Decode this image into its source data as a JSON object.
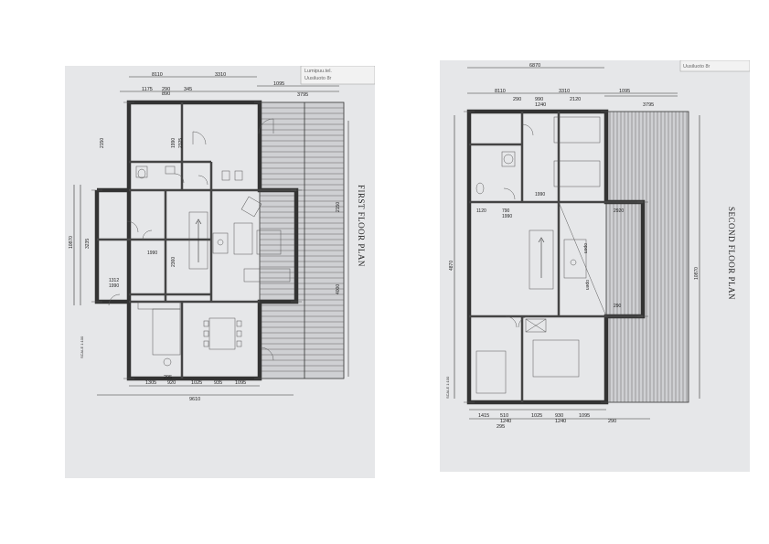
{
  "first_floor": {
    "title": "FIRST FLOOR PLAN",
    "stamp_lines": [
      "Lumipuu.tel.",
      "Uusiluoto 8r"
    ],
    "scale": "SCALE 1:100",
    "dims_top": [
      "8110",
      "3310",
      "1095",
      "1175",
      "290",
      "890",
      "345",
      "3795"
    ],
    "dims_bottom": [
      "1305",
      "920",
      "1025",
      "935",
      "1095",
      "295",
      "9610"
    ],
    "dims_side": [
      "10870",
      "2150",
      "2325",
      "1990",
      "3235",
      "2360",
      "1990",
      "1312",
      "1990",
      "2150",
      "4000"
    ]
  },
  "second_floor": {
    "title": "SECOND FLOOR PLAN",
    "stamp_lines": [
      "Uusiluoto 8r"
    ],
    "scale": "SCALE 1:100",
    "dims_top": [
      "6870",
      "8110",
      "3310",
      "1095",
      "290",
      "990",
      "1240",
      "2120",
      "3795"
    ],
    "dims_bottom": [
      "1415",
      "510",
      "1240",
      "1025",
      "930",
      "1240",
      "1095",
      "295",
      "290"
    ],
    "dims_side": [
      "10870",
      "4870",
      "1120",
      "790",
      "1990",
      "2920",
      "1990",
      "open",
      "open",
      "290"
    ]
  }
}
